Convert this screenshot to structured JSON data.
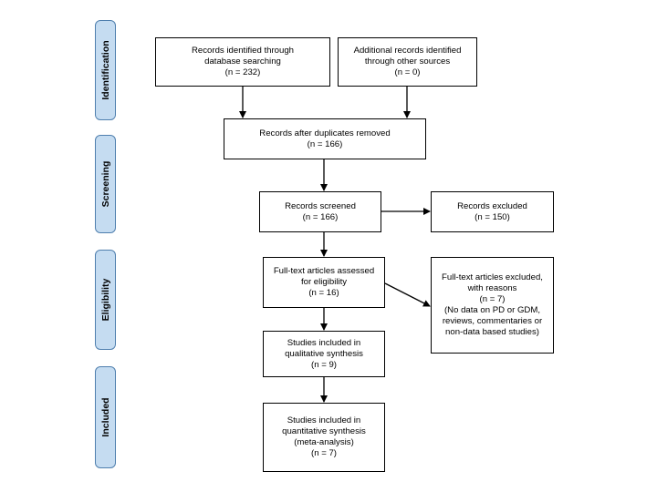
{
  "phases": {
    "identification": "Identification",
    "screening": "Screening",
    "eligibility": "Eligibility",
    "included": "Included"
  },
  "boxes": {
    "database": [
      "Records identified through",
      "database searching",
      "(n = 232)"
    ],
    "other_sources": [
      "Additional records identified",
      "through other sources",
      "(n = 0)"
    ],
    "duplicates_removed": [
      "Records after duplicates removed",
      "(n = 166)"
    ],
    "screened": [
      "Records screened",
      "(n = 166)"
    ],
    "excluded": [
      "Records excluded",
      "(n = 150)"
    ],
    "fulltext_assessed": [
      "Full-text articles assessed",
      "for eligibility",
      "(n = 16)"
    ],
    "fulltext_excluded": [
      "Full-text articles excluded,",
      "with reasons",
      "(n = 7)",
      "(No data on PD or GDM,",
      "reviews, commentaries or",
      "non-data based studies)"
    ],
    "qualitative": [
      "Studies included in",
      "qualitative synthesis",
      "(n = 9)"
    ],
    "quantitative": [
      "Studies included in",
      "quantitative synthesis",
      "(meta-analysis)",
      "(n = 7)"
    ]
  }
}
